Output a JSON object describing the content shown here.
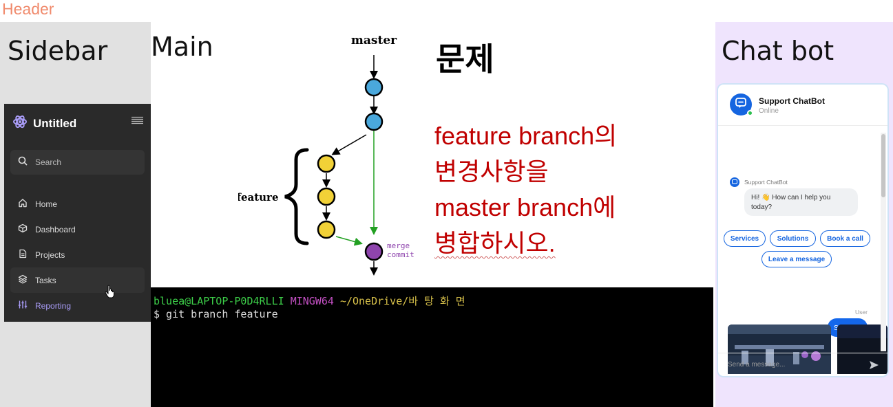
{
  "header": {
    "label": "Header"
  },
  "sidebar": {
    "title": "Sidebar",
    "brand": "Untitled",
    "search": {
      "placeholder": "Search"
    },
    "items": [
      {
        "label": "Home",
        "icon": "home-icon"
      },
      {
        "label": "Dashboard",
        "icon": "cube-icon"
      },
      {
        "label": "Projects",
        "icon": "document-icon"
      },
      {
        "label": "Tasks",
        "icon": "layers-icon"
      },
      {
        "label": "Reporting",
        "icon": "sliders-icon"
      }
    ],
    "hovered_item": "Tasks",
    "active_item": "Reporting"
  },
  "main": {
    "title": "Main",
    "diagram": {
      "master_label": "master",
      "feature_label": "feature",
      "merge_label_1": "merge",
      "merge_label_2": "commit"
    },
    "problem": {
      "title": "문제",
      "lines": [
        "feature branch의",
        "변경사항을",
        "master branch에",
        "병합하시오."
      ]
    },
    "terminal": {
      "user": "bluea@LAPTOP-P0D4RLLI",
      "shell": "MINGW64",
      "path": "~/OneDrive/바 탕  화 면",
      "command": "$ git branch feature"
    }
  },
  "chatbot": {
    "title": "Chat bot",
    "bot_name": "Support ChatBot",
    "status": "Online",
    "sender_label": "Support ChatBot",
    "greeting": "Hi! 👋 How can I help you today?",
    "quick_replies": [
      "Services",
      "Solutions",
      "Book a call",
      "Leave a message"
    ],
    "user_label": "User",
    "user_message": "Services",
    "input_placeholder": "Send a message..."
  },
  "colors": {
    "sidebar_bg": "#e1e1e1",
    "sidebar_panel": "#2a2a2a",
    "accent_purple": "#a99cf7",
    "chat_bg": "#efe4fd",
    "chat_blue": "#1565e0",
    "problem_red": "#c00000",
    "master_commit": "#4aa8dc",
    "feature_commit": "#f1d137",
    "merge_commit": "#8e44ad"
  }
}
